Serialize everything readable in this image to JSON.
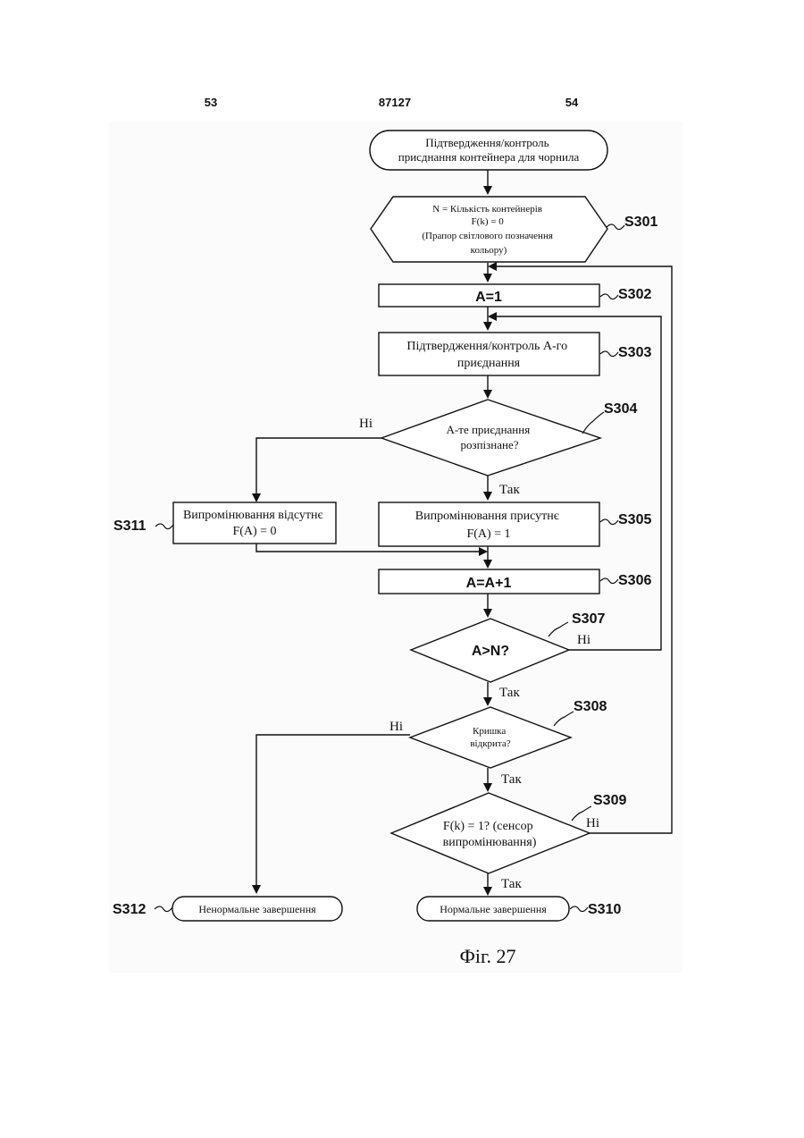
{
  "header": {
    "left": "53",
    "center": "87127",
    "right": "54"
  },
  "nodes": {
    "start": {
      "lines": [
        "Підтвердження/контроль",
        "присднання контейнера для чорнила"
      ]
    },
    "s301": {
      "lines": [
        "N = Кількість контейнерів",
        "F(k) = 0",
        "(Прапор світлового позначення",
        "кольору)"
      ],
      "step": "S301"
    },
    "s302": {
      "lines": [
        "A=1"
      ],
      "step": "S302"
    },
    "s303": {
      "lines": [
        "Підтвердження/контроль А-го",
        "приєднання"
      ],
      "step": "S303"
    },
    "s304": {
      "lines": [
        "А-те приєднання",
        "розпізнане?"
      ],
      "step": "S304"
    },
    "s305": {
      "lines": [
        "Випромінювання присутнє",
        "F(A) = 1"
      ],
      "step": "S305"
    },
    "s311": {
      "lines": [
        "Випромінювання відсутнє",
        "F(A) = 0"
      ],
      "step": "S311"
    },
    "s306": {
      "lines": [
        "A=A+1"
      ],
      "step": "S306"
    },
    "s307": {
      "lines": [
        "A>N?"
      ],
      "step": "S307"
    },
    "s308": {
      "lines": [
        "Кришка",
        "відкрита?"
      ],
      "step": "S308"
    },
    "s309": {
      "lines": [
        "F(k) = 1? (сенсор",
        "випромінювання)"
      ],
      "step": "S309"
    },
    "s310": {
      "lines": [
        "Нормальне завершення"
      ],
      "step": "S310"
    },
    "s312": {
      "lines": [
        "Ненормальне завершення"
      ],
      "step": "S312"
    }
  },
  "branch_labels": {
    "s304_no": "Ні",
    "s304_yes": "Так",
    "s307_no": "Ні",
    "s307_yes": "Так",
    "s308_no": "Ні",
    "s308_yes": "Так",
    "s309_no": "Ні",
    "s309_yes": "Так"
  },
  "caption": "Фіг. 27"
}
